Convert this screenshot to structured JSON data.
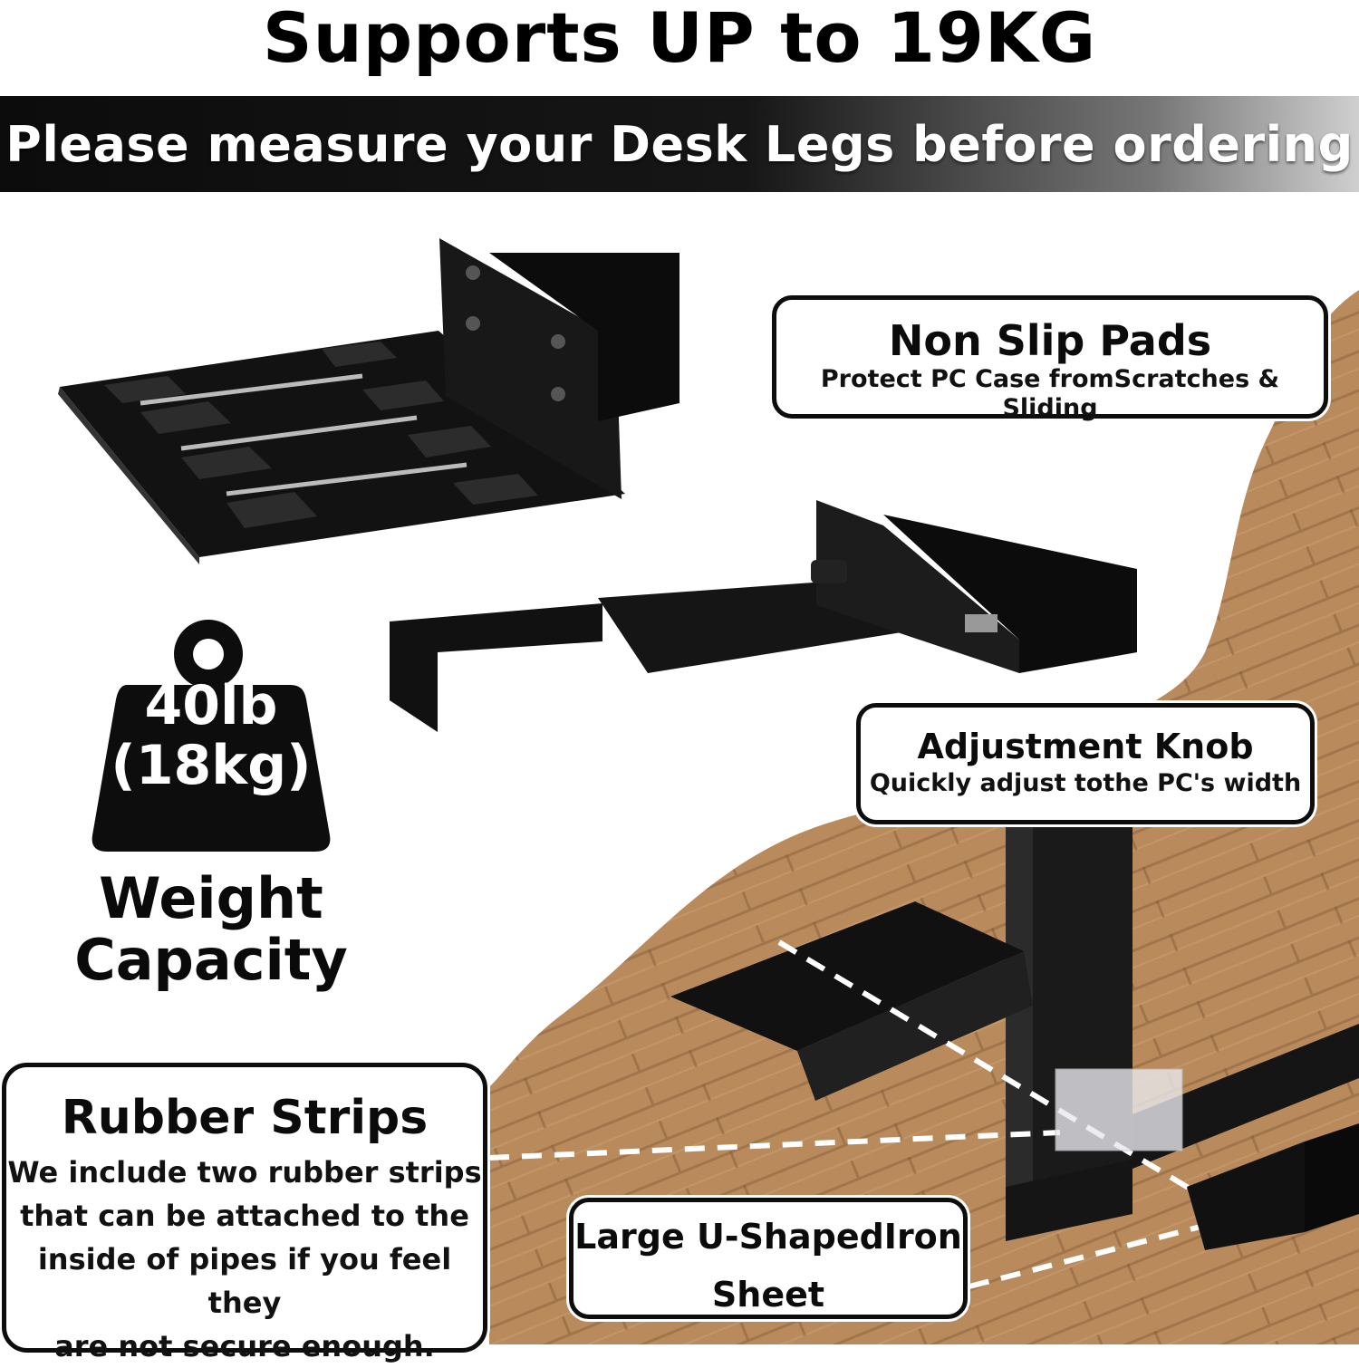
{
  "header": {
    "headline": "Supports UP to 19KG",
    "banner": "Please measure your Desk Legs before ordering"
  },
  "weight": {
    "value": "40lb",
    "metric": "(18kg)",
    "label_line1": "Weight",
    "label_line2": "Capacity",
    "icon": "weight-icon"
  },
  "callouts": {
    "non_slip": {
      "title": "Non Slip Pads",
      "subtitle": "Protect PC Case fromScratches & Sliding"
    },
    "knob": {
      "title": "Adjustment Knob",
      "subtitle": "Quickly adjust tothe PC's width"
    },
    "rubber": {
      "title": "Rubber Strips",
      "lines": [
        "We include two rubber strips",
        "that can be attached to the",
        "inside of pipes if you feel they",
        "are not secure enough."
      ]
    },
    "ushape": {
      "line1": "Large U-ShapedIron",
      "line2": "Sheet"
    }
  },
  "colors": {
    "black": "#0d0d0d",
    "wood": "#b98a5c",
    "wood_dark": "#8a5f3a"
  }
}
